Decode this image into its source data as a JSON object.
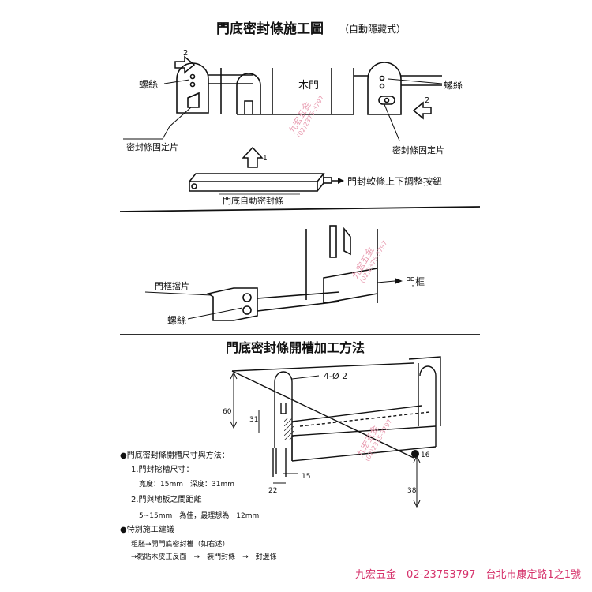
{
  "section1": {
    "title": "門底密封條施工圖",
    "subtitle": "（自動隱藏式）",
    "left_screw_label": "螺絲",
    "right_screw_label": "螺絲",
    "wood_door_label": "木門",
    "left_plate_label": "密封條固定片",
    "right_plate_label": "密封條固定片",
    "seal_label": "門底自動密封條",
    "knob_label": "門封軟條上下調整按鈕",
    "step_left": "2",
    "step_right": "2",
    "step_up": "1"
  },
  "section2": {
    "frame_plate_label": "門框擋片",
    "screw_label": "螺絲",
    "frame_label": "門框"
  },
  "section3": {
    "title": "門底密封條開槽加工方法",
    "hole_label": "4-Ø 2",
    "dim_60": "60",
    "dim_31": "31",
    "dim_15": "15",
    "dim_22": "22",
    "dim_16": "16",
    "dim_38": "38",
    "notes": {
      "h1": "●門底密封條開槽尺寸與方法：",
      "n1": "1.門封挖槽尺寸：",
      "n1v": "寬度：15mm　深度：31mm",
      "n2": "2.門與地板之間距離",
      "n2v": "5~15mm　為佳，最理想為　12mm",
      "h2": "●特別施工建議",
      "s1": "粗胚→開門底密封槽（如右述）",
      "s2": "→黏貼木皮正反面　→　裝門封條　→　封邊條"
    }
  },
  "watermark": {
    "name": "九宏五金",
    "phone": "(02)2375-3797"
  },
  "footer": "九宏五金　02-23753797　台北市康定路1之1號"
}
